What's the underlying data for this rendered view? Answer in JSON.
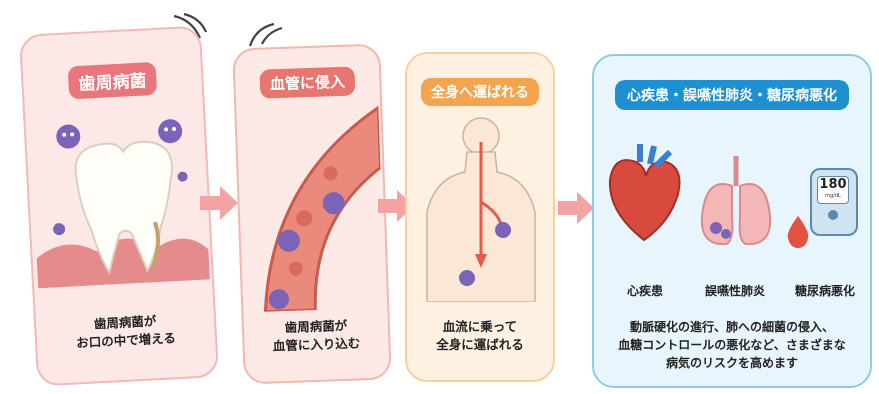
{
  "panels": [
    {
      "title": "歯周病菌",
      "caption_lines": [
        "歯周病菌が",
        "お口の中で増える"
      ]
    },
    {
      "title": "血管に侵入",
      "caption_lines": [
        "歯周病菌が",
        "血管に入り込む"
      ]
    },
    {
      "title": "全身へ運ばれる",
      "caption_lines": [
        "血流に乗って",
        "全身に運ばれる"
      ]
    },
    {
      "title": "心疾患・誤嚥性肺炎・糖尿病悪化",
      "organ_labels": [
        "心疾患",
        "誤嚥性肺炎",
        "糖尿病悪化"
      ],
      "glucose_reading": "180",
      "glucose_unit": "mg/dL",
      "caption_lines": [
        "動脈硬化の進行、肺への細菌の侵入、",
        "血糖コントロールの悪化など、さまざまな",
        "病気のリスクを高めます"
      ]
    }
  ],
  "colors": {
    "pink": "#e8767a",
    "orange": "#f3a44e",
    "blue": "#1f90cf",
    "arrow": "#f4a3a3",
    "germ": "#7b63b8"
  }
}
